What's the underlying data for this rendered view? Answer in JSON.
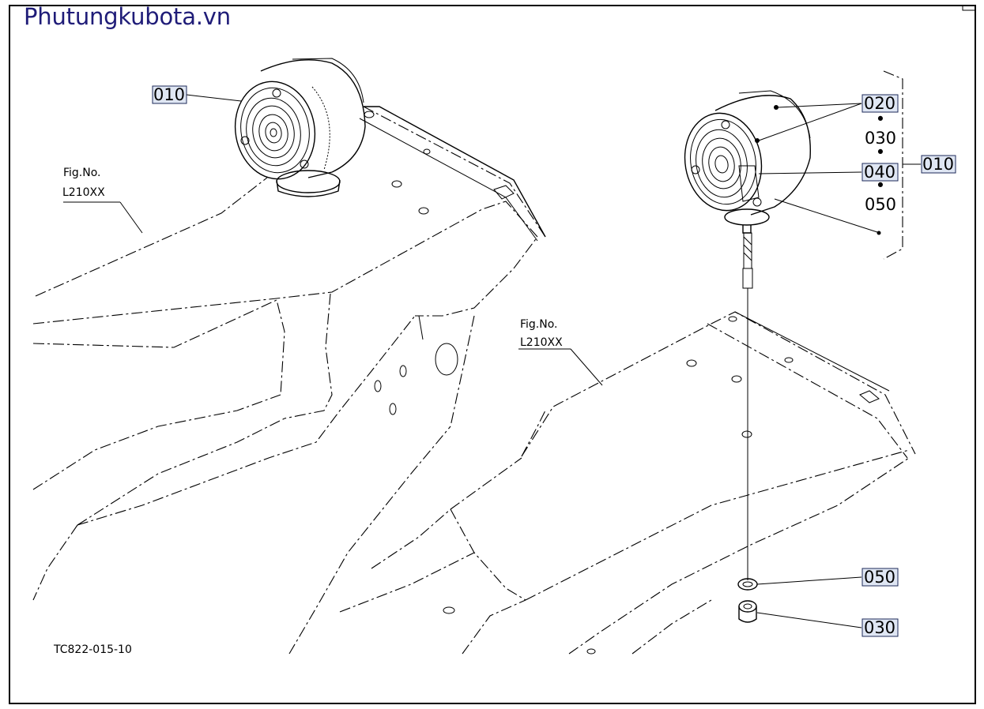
{
  "watermark": "Phutungkubota.vn",
  "drawing_code": "TC822-015-10",
  "figure_refs": [
    {
      "fig_no": "Fig.No.",
      "code": "L210XX"
    },
    {
      "fig_no": "Fig.No.",
      "code": "L210XX"
    }
  ],
  "left_assembly": {
    "part": "010"
  },
  "right_assembly": {
    "group_part": "010",
    "components": [
      "020",
      "030",
      "040",
      "050"
    ],
    "separator": "•"
  },
  "hardware": [
    {
      "part": "050"
    },
    {
      "part": "030"
    }
  ]
}
